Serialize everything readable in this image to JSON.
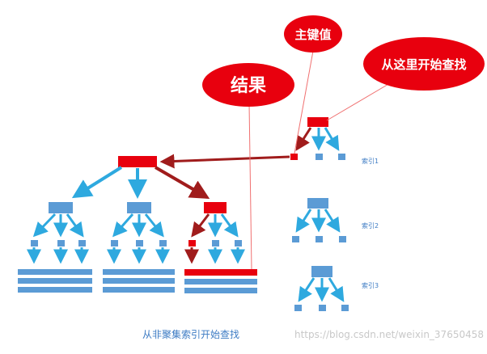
{
  "callouts": {
    "result": "结果",
    "primary_key": "主键值",
    "start_here": "从这里开始查找"
  },
  "index_labels": [
    "索引1",
    "索引2",
    "索引3"
  ],
  "caption": "从非聚集索引开始查找",
  "watermark": "https://blog.csdn.net/weixin_37650458",
  "colors": {
    "blue_node": "#5b9bd5",
    "blue_arrow": "#2ea9df",
    "red": "#e8000e",
    "dark_red": "#a01c1c",
    "callout_line": "#f07070",
    "label_blue": "#3e7cc4",
    "watermark": "#c8c8c8"
  }
}
